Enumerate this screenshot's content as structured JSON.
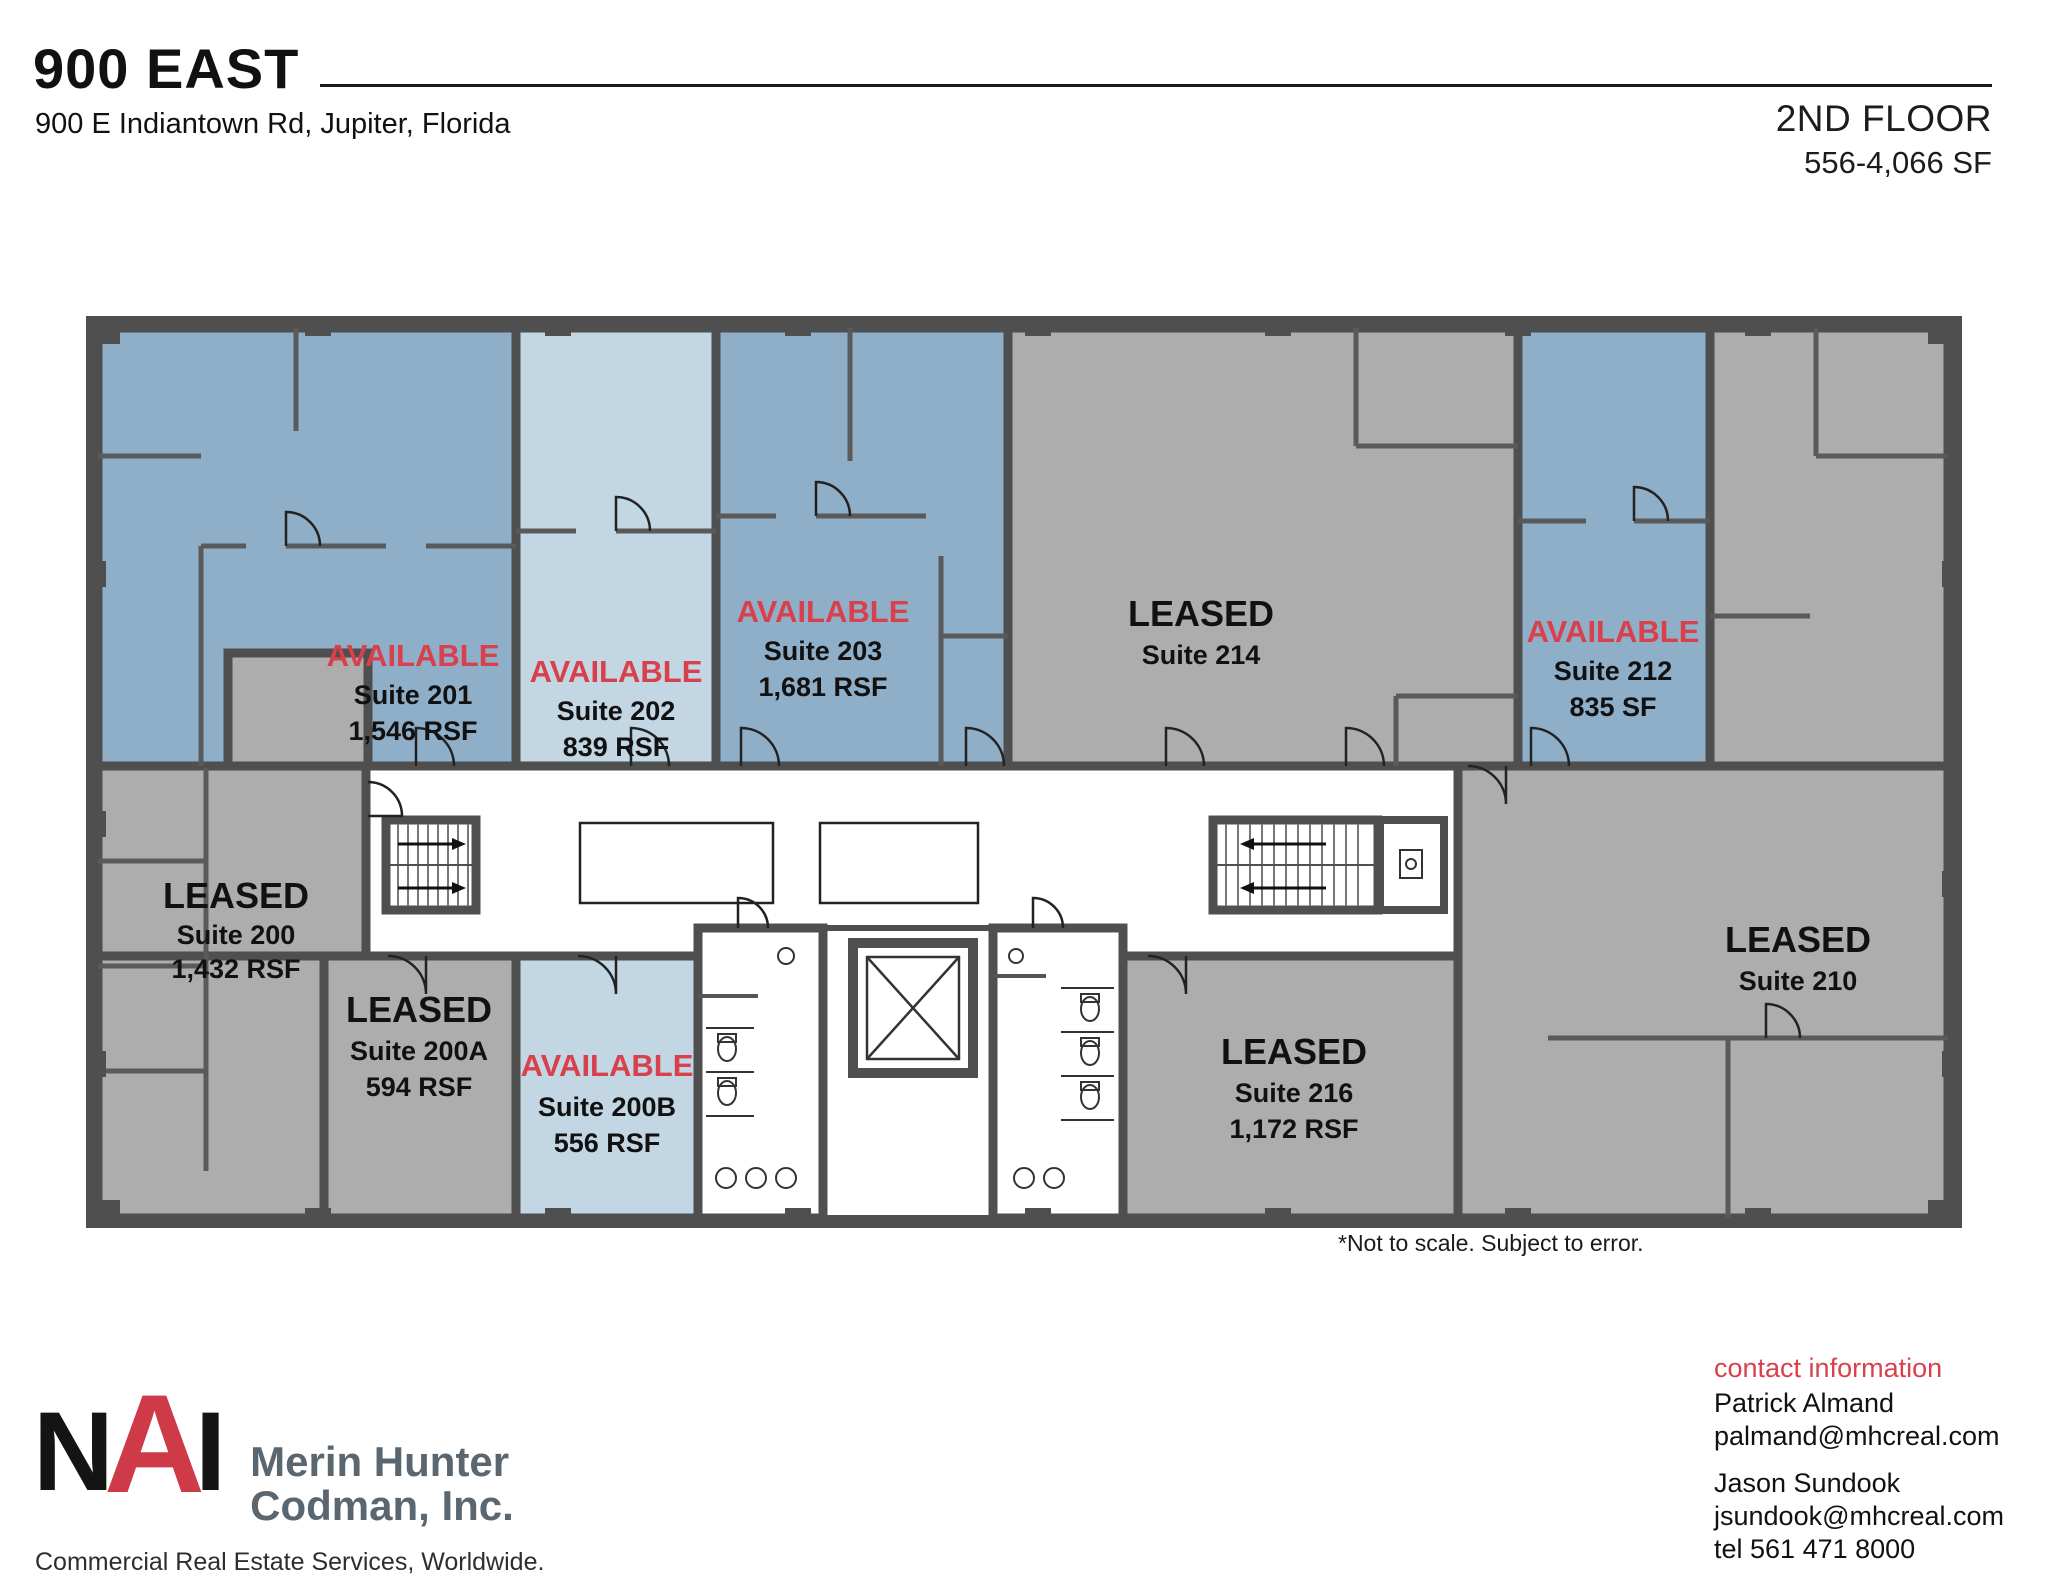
{
  "header": {
    "title": "900 EAST",
    "address": "900 E Indiantown Rd, Jupiter, Florida",
    "floor": "2ND FLOOR",
    "size_range": "556-4,066 SF"
  },
  "plan": {
    "disclaimer": "*Not to scale.  Subject to error.",
    "suites": {
      "s201": {
        "status": "AVAILABLE",
        "name": "Suite 201",
        "area": "1,546 RSF"
      },
      "s202": {
        "status": "AVAILABLE",
        "name": "Suite 202",
        "area": "839 RSF"
      },
      "s203": {
        "status": "AVAILABLE",
        "name": "Suite 203",
        "area": "1,681 RSF"
      },
      "s214": {
        "status": "LEASED",
        "name": "Suite 214"
      },
      "s212": {
        "status": "AVAILABLE",
        "name": "Suite 212",
        "area": "835 SF"
      },
      "s200": {
        "status": "LEASED",
        "name": "Suite 200",
        "area": "1,432 RSF"
      },
      "s200A": {
        "status": "LEASED",
        "name": "Suite 200A",
        "area": "594 RSF"
      },
      "s200B": {
        "status": "AVAILABLE",
        "name": "Suite 200B",
        "area": "556 RSF"
      },
      "s216": {
        "status": "LEASED",
        "name": "Suite 216",
        "area": "1,172 RSF"
      },
      "s210": {
        "status": "LEASED",
        "name": "Suite 210"
      }
    }
  },
  "footer": {
    "logo": {
      "n": "N",
      "a": "A",
      "i": "I"
    },
    "company_line1": "Merin Hunter",
    "company_line2": "Codman, Inc.",
    "tagline": "Commercial Real Estate Services, Worldwide."
  },
  "contact": {
    "heading": "contact information",
    "people": [
      {
        "name": "Patrick Almand",
        "email": "palmand@mhcreal.com"
      },
      {
        "name": "Jason Sundook",
        "email": "jsundook@mhcreal.com"
      }
    ],
    "tel": "tel 561 471 8000"
  },
  "colors": {
    "available_blue": "#8FAEC8",
    "available_light_blue": "#C3D6E3",
    "leased_gray": "#ADADAD",
    "wall": "#4F4F4F",
    "accent_red": "#D8414B",
    "logo_slate": "#5B6770"
  }
}
